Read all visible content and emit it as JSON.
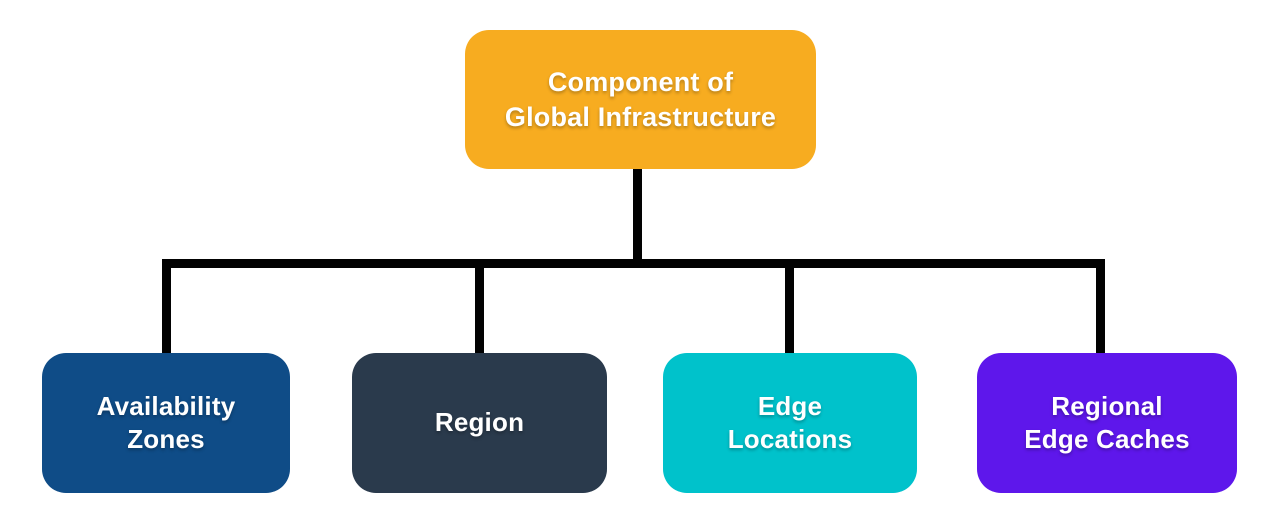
{
  "diagram": {
    "background_color": "#FFFFFF",
    "connector_color": "#020202",
    "text_color": "#FFFFFF",
    "root": {
      "label": "Component of\nGlobal Infrastructure",
      "color": "#F7AC20"
    },
    "children": [
      {
        "label": "Availability\nZones",
        "color": "#0F4C87"
      },
      {
        "label": "Region",
        "color": "#2A3A4C"
      },
      {
        "label": "Edge\nLocations",
        "color": "#00C2CB"
      },
      {
        "label": "Regional\nEdge Caches",
        "color": "#5E17EB"
      }
    ]
  }
}
